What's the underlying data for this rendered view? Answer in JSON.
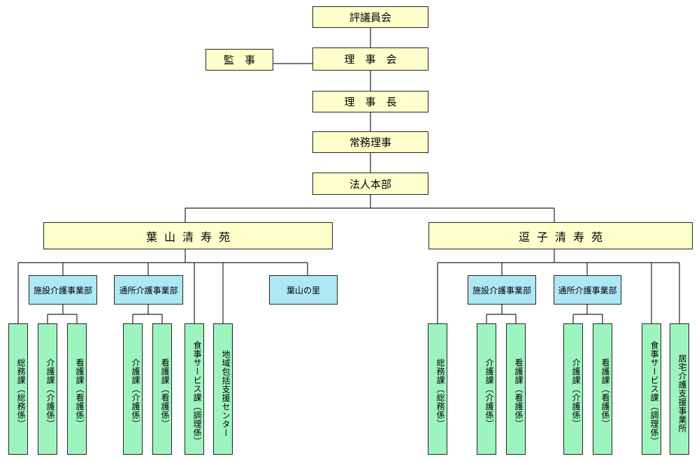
{
  "top": {
    "council": "評議員会",
    "auditor": "監　事",
    "board": "理　事　会",
    "chairman": "理　事　長",
    "managing_director": "常務理事",
    "headquarters": "法人本部"
  },
  "hayama": {
    "name": "葉山清寿苑",
    "facility_division": "施設介護事業部",
    "daycare_division": "通所介護事業部",
    "sato": "葉山の里",
    "units": [
      "総務課（総務係）",
      "介護課（介護係）",
      "看護課（看護係）",
      "介護課（介護係）",
      "看護課（看護係）",
      "食事サービス課（調理係）",
      "地域包括支援センター"
    ]
  },
  "zushi": {
    "name": "逗子清寿苑",
    "facility_division": "施設介護事業部",
    "daycare_division": "通所介護事業部",
    "units": [
      "総務課（総務係）",
      "介護課（介護係）",
      "看護課（看護係）",
      "介護課（介護係）",
      "看護課（看護係）",
      "食事サービス課（調理係）",
      "居宅介護支援事業所"
    ]
  }
}
